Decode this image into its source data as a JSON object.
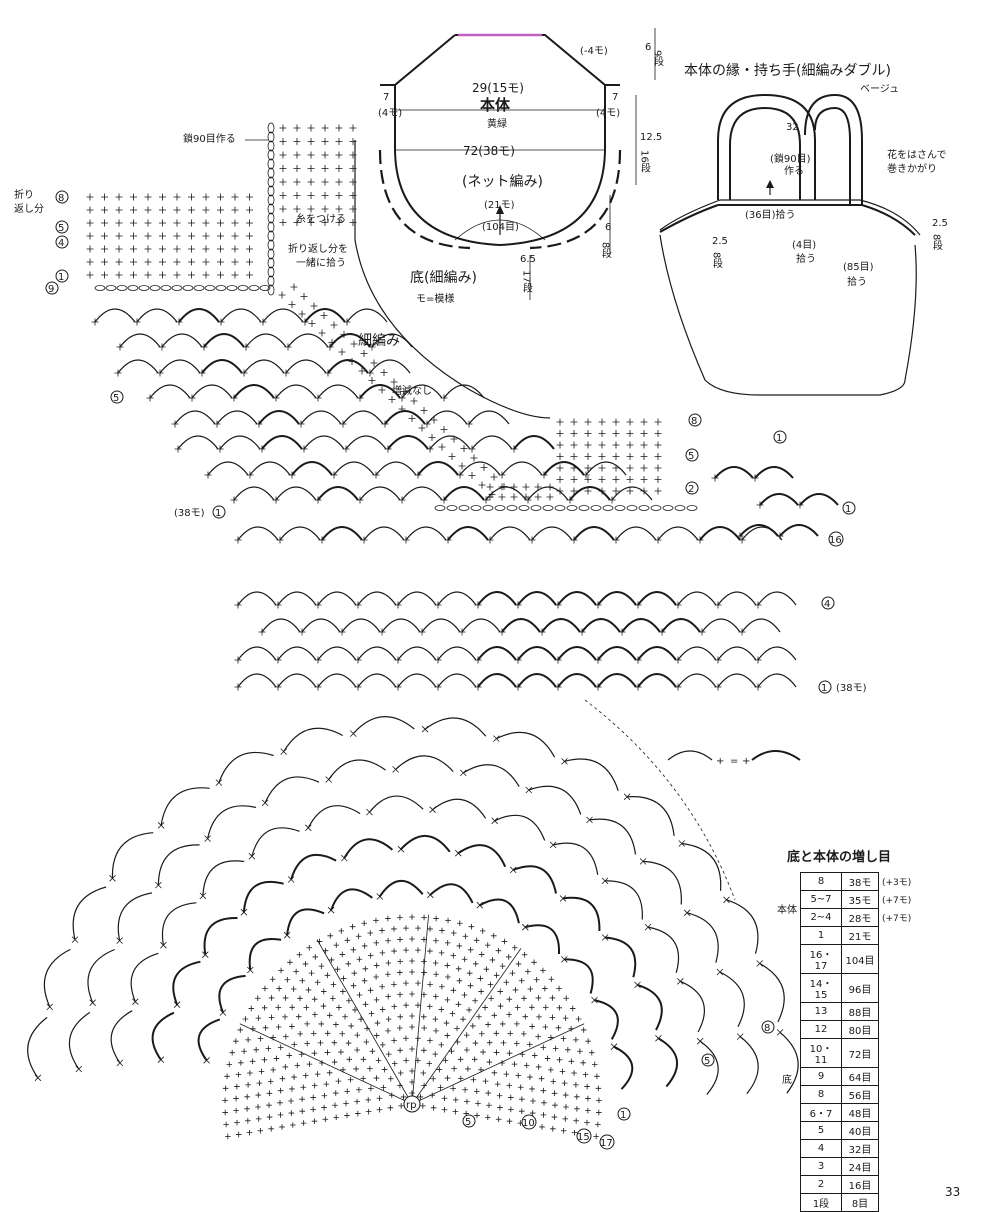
{
  "top_diagram": {
    "dec_label": "(-4モ)",
    "height_top": "6",
    "rows_top": "9段",
    "side_left_cm": "7",
    "side_left_m": "(4モ)",
    "side_right_cm": "7",
    "side_right_m": "(4モ)",
    "width_top": "29(15モ)",
    "body_label": "本体",
    "body_color": "黄緑",
    "width_mid": "72(38モ)",
    "height_body": "12.5",
    "rows_body": "16段",
    "net_label": "(ネット編み)",
    "base_width": "(21モ)",
    "base_stitches": "(104目)",
    "base_height": "6",
    "base_rows": "8段",
    "base_small": "6.5",
    "base_small_rows": "17段",
    "base_label": "底(細編み)",
    "legend_mo": "モ=模様"
  },
  "bag_diagram": {
    "title": "本体の縁・持ち手(細編みダブル)",
    "color": "ベージュ",
    "handle_len": "32",
    "handle_chain": "(鎖90目)",
    "handle_make": "作る",
    "flower_note_1": "花をはさんで",
    "flower_note_2": "巻きかがり",
    "pick_36": "(36目)拾う",
    "pick_4": "(4目)",
    "pick_4b": "拾う",
    "pick_85": "(85目)",
    "pick_85b": "拾う",
    "left_h": "2.5",
    "left_rows": "8段",
    "right_h": "2.5",
    "right_rows": "8段"
  },
  "chart_top": {
    "chain_90": "鎖90目作る",
    "fold_1": "折り",
    "fold_2": "返し分",
    "attach": "糸をつける",
    "fold_pick_1": "折り返し分を",
    "fold_pick_2": "一緒に拾う",
    "sc_label": "細編み",
    "no_change": "増減なし",
    "r8": "8",
    "r5": "5",
    "r4": "4",
    "r1": "1",
    "r9": "9",
    "l5": "5",
    "l38": "(38モ)",
    "l1": "1",
    "b8": "8",
    "b5": "5",
    "b2": "2",
    "b1a": "1",
    "b1b": "1",
    "b16": "16"
  },
  "chart_mid": {
    "r4": "4",
    "r1": "1",
    "r1_note": "(38モ)"
  },
  "legend": {
    "equals": "="
  },
  "chart_bottom": {
    "c8": "8",
    "c5a": "5",
    "c5b": "5",
    "c10": "10",
    "c15": "15",
    "c17": "17",
    "c1": "1",
    "center": "rp"
  },
  "increase_table": {
    "title": "底と本体の増し目",
    "group_body": "本体",
    "group_base": "底",
    "rows": [
      {
        "row": "8",
        "val": "38モ",
        "note": "(+3モ)"
      },
      {
        "row": "5~7",
        "val": "35モ",
        "note": "(+7モ)"
      },
      {
        "row": "2~4",
        "val": "28モ",
        "note": "(+7モ)"
      },
      {
        "row": "1",
        "val": "21モ",
        "note": ""
      },
      {
        "row": "16・17",
        "val": "104目",
        "note": ""
      },
      {
        "row": "14・15",
        "val": "96目",
        "note": ""
      },
      {
        "row": "13",
        "val": "88目",
        "note": ""
      },
      {
        "row": "12",
        "val": "80目",
        "note": ""
      },
      {
        "row": "10・11",
        "val": "72目",
        "note": ""
      },
      {
        "row": "9",
        "val": "64目",
        "note": ""
      },
      {
        "row": "8",
        "val": "56目",
        "note": ""
      },
      {
        "row": "6・7",
        "val": "48目",
        "note": ""
      },
      {
        "row": "5",
        "val": "40目",
        "note": ""
      },
      {
        "row": "4",
        "val": "32目",
        "note": ""
      },
      {
        "row": "3",
        "val": "24目",
        "note": ""
      },
      {
        "row": "2",
        "val": "16目",
        "note": ""
      },
      {
        "row": "1段",
        "val": "8目",
        "note": ""
      }
    ]
  },
  "page_number": "33"
}
